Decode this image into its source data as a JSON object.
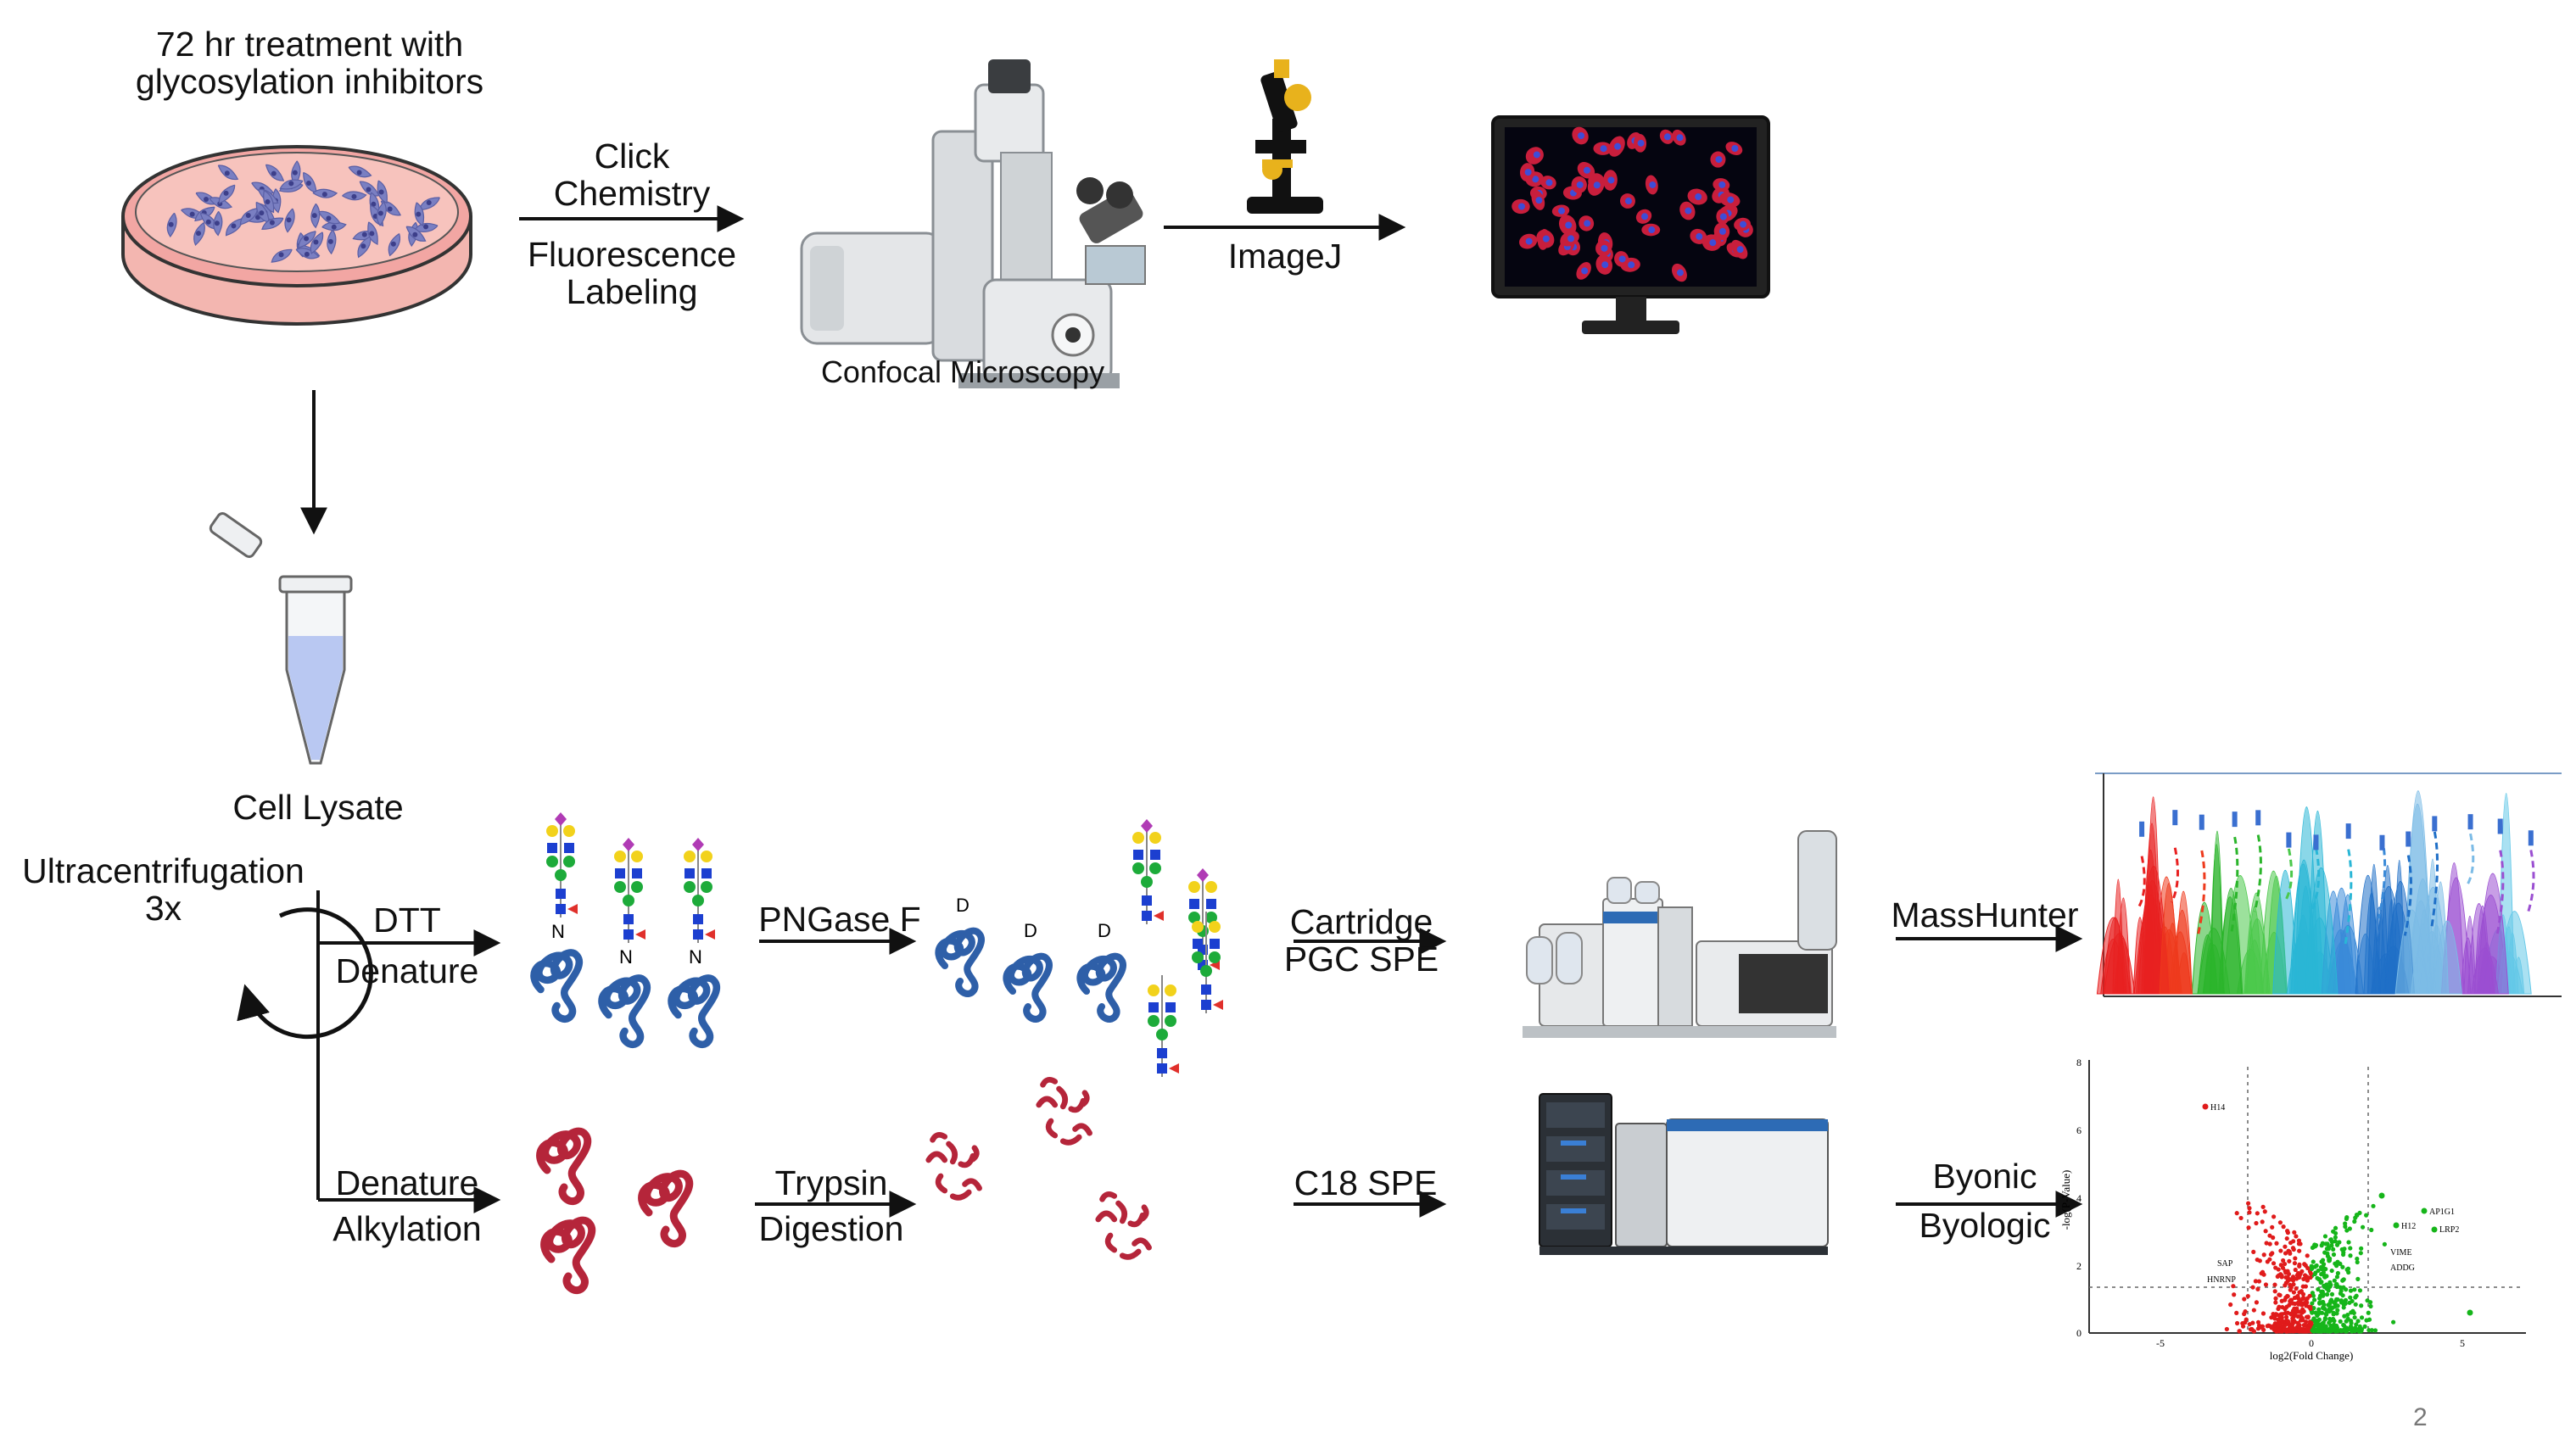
{
  "labels": {
    "treatment": [
      "72 hr treatment with",
      "glycosylation inhibitors"
    ],
    "click": [
      "Click",
      "Chemistry"
    ],
    "fluorescence": [
      "Fluorescence",
      "Labeling"
    ],
    "confocal": "Confocal Microscopy",
    "imagej": "ImageJ",
    "cell_lysate": "Cell Lysate",
    "ultracentrifugation": [
      "Ultracentrifugation",
      "3x"
    ],
    "dtt": [
      "DTT",
      "Denature"
    ],
    "pngase": "PNGase F",
    "cartridge": [
      "Cartridge",
      "PGC SPE"
    ],
    "masshunter": "MassHunter",
    "denature_alk": [
      "Denature",
      "Alkylation"
    ],
    "trypsin": [
      "Trypsin",
      "Digestion"
    ],
    "c18": "C18 SPE",
    "byonic": [
      "Byonic",
      "Byologic"
    ],
    "glycan_site_n": "N",
    "glycan_site_d": "D",
    "page_number": "2"
  },
  "volcano": {
    "ylabel": "-log(P-Value)",
    "xlabel": "log2(Fold Change)",
    "xticks": [
      "-5",
      "0",
      "5"
    ],
    "yticks": [
      "0",
      "2",
      "4",
      "6",
      "8"
    ],
    "annotations": [
      "H14",
      "AP1G1",
      "H12",
      "LRP2",
      "VIME",
      "ADDG",
      "SAP",
      "HNRNP"
    ]
  },
  "colors": {
    "protein_blue": "#2e5fa8",
    "protein_red": "#b5253a",
    "dish_pink": "#f4a6a6",
    "cell_purple": "#7a7fc2",
    "arrow": "#111111",
    "mannose": "#1dab3a",
    "galactose": "#f2d21b",
    "glcnac": "#1c3fd0",
    "sialic": "#b03bb5",
    "fucose": "#e0302b"
  }
}
